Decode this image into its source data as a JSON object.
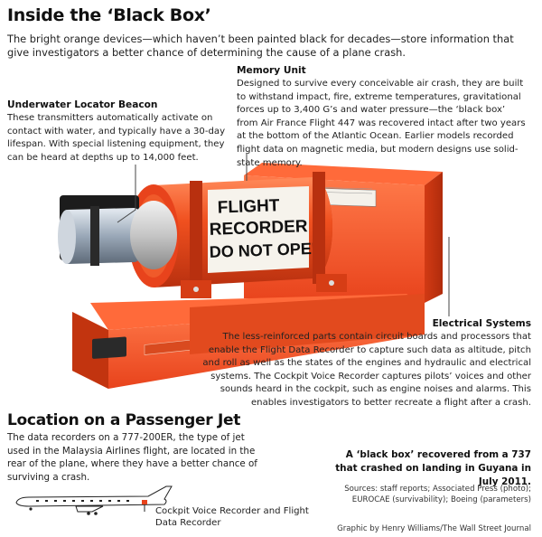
{
  "header": {
    "title": "Inside the ‘Black Box’",
    "intro": "The bright orange devices—which haven’t been painted black for decades—store information that give investigators a better chance of determining the cause of a plane crash."
  },
  "callouts": {
    "beacon": {
      "heading": "Underwater Locator Beacon",
      "body": "These transmitters automatically activate on contact with water, and typically have a 30-day lifespan. With special listening equipment, they can be heard at depths up to 14,000 feet."
    },
    "memory": {
      "heading": "Memory Unit",
      "body": "Designed to survive every conceivable air crash, they are built to withstand impact, fire, extreme temperatures, gravitational forces up to 3,400 G’s and water pressure—the ‘black box’ from Air France Flight 447 was recovered intact after two years at the bottom of the Atlantic Ocean. Earlier models recorded flight data on magnetic media, but modern designs use solid-state memory."
    },
    "electrical": {
      "heading": "Electrical Systems",
      "body": "The less-reinforced parts contain circuit boards and processors that enable the Flight Data Recorder to capture such data as altitude, pitch and roll as well as the states of the engines and hydraulic and electrical systems. The Cockpit Voice Recorder captures pilots’ voices and other sounds heard in the cockpit, such as engine noises and alarms. This enables investigators to better recreate a flight after a crash."
    }
  },
  "device": {
    "cylinder_text_1": "FLIGHT",
    "cylinder_text_2": "RECORDER",
    "cylinder_text_3": "DO NOT OPEN",
    "colors": {
      "orange": "#e8431c",
      "orange_dark": "#b8300f",
      "orange_light": "#ff6a3a"
    }
  },
  "location": {
    "title": "Location on a Passenger Jet",
    "body": "The data recorders on a 777-200ER, the type of jet used in the Malaysia Airlines flight, are located in the rear of the plane, where they have a better chance of surviving a crash.",
    "plane_label": "Cockpit Voice Recorder and Flight Data Recorder"
  },
  "footer": {
    "caption": "A ‘black box’ recovered from a 737 that crashed on landing in Guyana in July 2011.",
    "sources": "Sources: staff reports; Associated Press (photo); EUROCAE (survivability); Boeing (parameters)",
    "credit": "Graphic by Henry Williams/The Wall Street Journal"
  }
}
